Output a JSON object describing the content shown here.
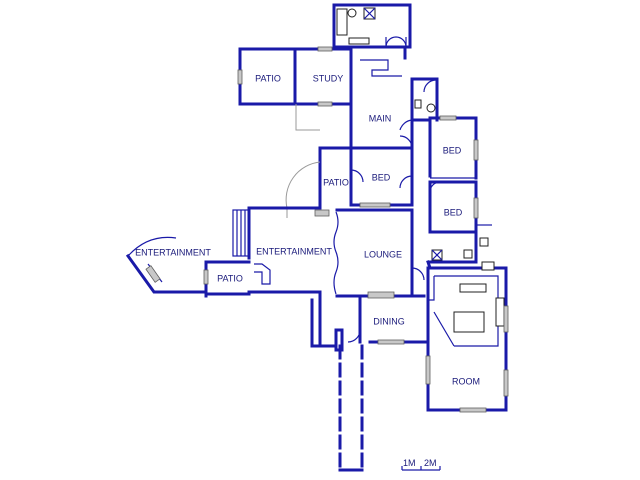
{
  "rooms": {
    "patio_left": "PATIO",
    "study": "STUDY",
    "main": "MAIN",
    "bed_right_top": "BED",
    "patio_mid": "PATIO",
    "bed_center": "BED",
    "bed_right_mid": "BED",
    "entertainment_outer": "ENTERTAINMENT",
    "entertainment": "ENTERTAINMENT",
    "lounge": "LOUNGE",
    "patio_small": "PATIO",
    "dining": "DINING",
    "room": "ROOM"
  },
  "scale": {
    "one": "1M",
    "two": "2M"
  }
}
